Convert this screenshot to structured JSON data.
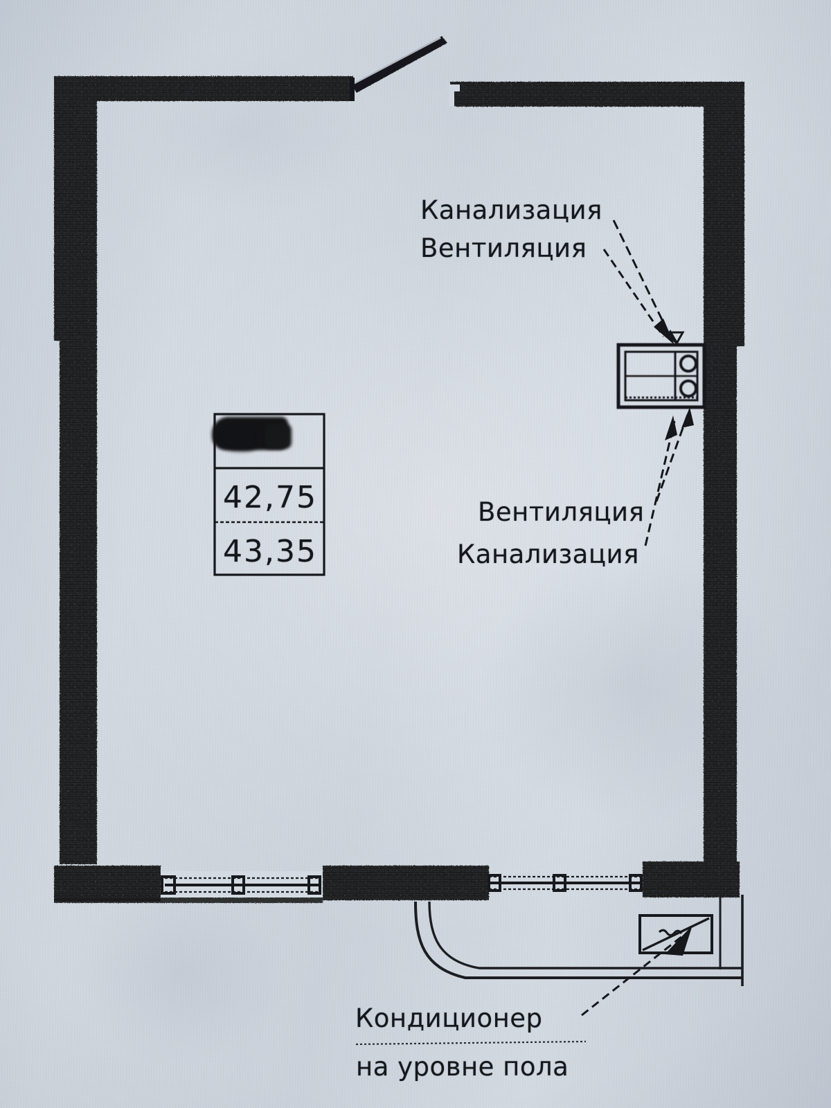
{
  "document": {
    "type": "architectural-floor-plan-scan",
    "language": "ru",
    "paper_color": "#ccd4dd",
    "ink_color": "#14171c"
  },
  "annotations": {
    "top_callout": {
      "line1": "Канализация",
      "line2": "Вентиляция"
    },
    "middle_callout": {
      "line1": "Вентиляция",
      "line2": "Канализация"
    },
    "bottom_callout": {
      "line1": "Кондиционер",
      "line2": "на уровне пола"
    }
  },
  "area_table": {
    "rows": [
      {
        "label": "redacted-row",
        "value": "",
        "redacted": true
      },
      {
        "label": "area-1",
        "value": "42,75",
        "redacted": false
      },
      {
        "label": "area-2",
        "value": "43,35",
        "redacted": false
      }
    ]
  },
  "plan_elements": {
    "walls": "thick-black-perimeter",
    "entry_door": "top-wall-outward-swing",
    "window": "bottom-wall-mullioned",
    "kitchen_unit": "right-wall-sink-and-hob",
    "ac_unit": "bottom-right-balcony",
    "balcony": "bottom-right-curved-outline"
  }
}
